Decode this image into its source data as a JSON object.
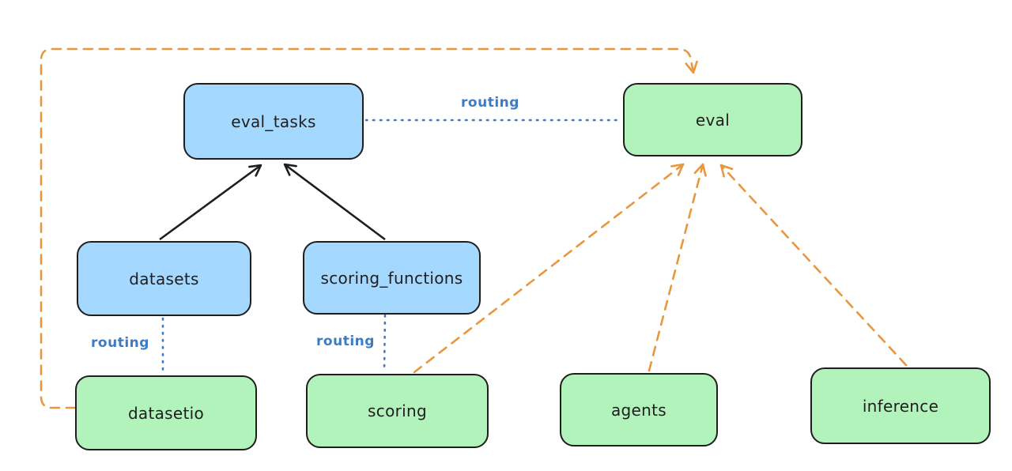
{
  "colors": {
    "background": "#ffffff",
    "node_blue_fill": "#a5d8ff",
    "node_green_fill": "#b2f2bb",
    "node_stroke": "#1e1e1e",
    "arrow_black": "#1e1e1e",
    "routing_blue": "#3d7cc4",
    "arrow_orange": "#e9973f"
  },
  "nodes": {
    "eval_tasks": {
      "label": "eval_tasks",
      "color": "blue"
    },
    "eval": {
      "label": "eval",
      "color": "green"
    },
    "datasets": {
      "label": "datasets",
      "color": "blue"
    },
    "scoring_functions": {
      "label": "scoring_functions",
      "color": "blue"
    },
    "datasetio": {
      "label": "datasetio",
      "color": "green"
    },
    "scoring": {
      "label": "scoring",
      "color": "green"
    },
    "agents": {
      "label": "agents",
      "color": "green"
    },
    "inference": {
      "label": "inference",
      "color": "green"
    }
  },
  "edge_labels": {
    "eval_tasks_to_eval": "routing",
    "datasets_to_datasetio": "routing",
    "scoring_functions_to_scoring": "routing"
  }
}
